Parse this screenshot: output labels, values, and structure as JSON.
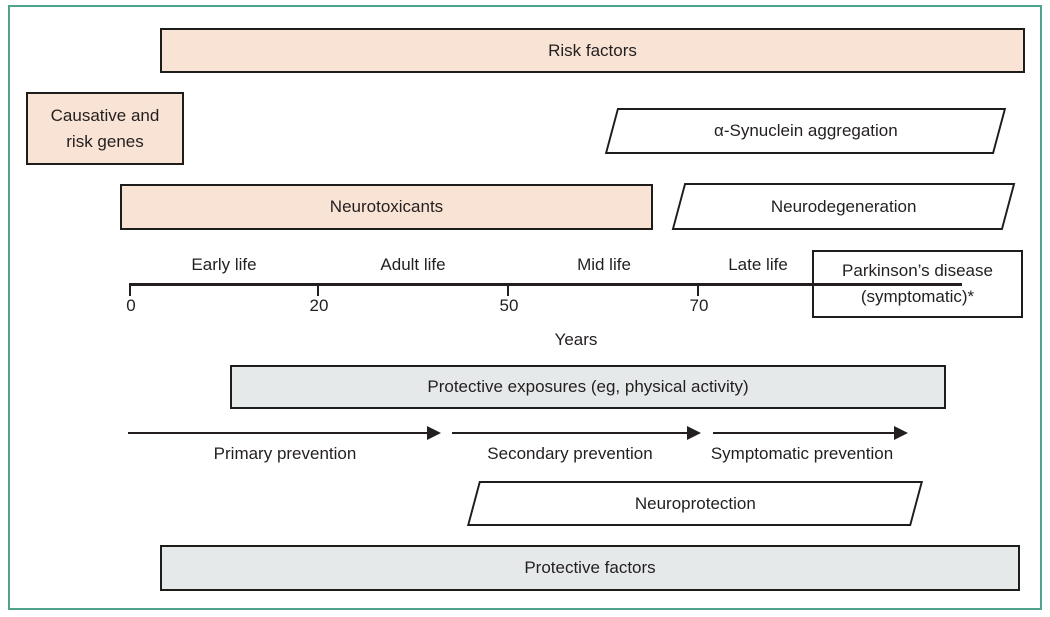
{
  "colors": {
    "frame_border": "#4fa28c",
    "box_outline": "#1d1d1b",
    "pink_fill": "#f9e3d4",
    "gray_fill": "#e6e9ea",
    "white_fill": "#ffffff",
    "text": "#231f20"
  },
  "boxes": {
    "risk_factors": {
      "label": "Risk factors"
    },
    "causative_genes": {
      "line1": "Causative and",
      "line2": "risk genes"
    },
    "alpha_synuclein": {
      "label": "α-Synuclein aggregation"
    },
    "neurotoxicants": {
      "label": "Neurotoxicants"
    },
    "neurodegeneration": {
      "label": "Neurodegeneration"
    },
    "parkinsons": {
      "line1": "Parkinson’s disease",
      "line2": "(symptomatic)*"
    },
    "protective_exposures": {
      "label": "Protective exposures (eg, physical activity)"
    },
    "neuroprotection": {
      "label": "Neuroprotection"
    },
    "protective_factors": {
      "label": "Protective factors"
    }
  },
  "timeline": {
    "stages": [
      "Early life",
      "Adult life",
      "Mid life",
      "Late life"
    ],
    "ticks": [
      "0",
      "20",
      "50",
      "70"
    ],
    "axis_label": "Years"
  },
  "arrows": [
    "Primary prevention",
    "Secondary prevention",
    "Symptomatic prevention"
  ]
}
